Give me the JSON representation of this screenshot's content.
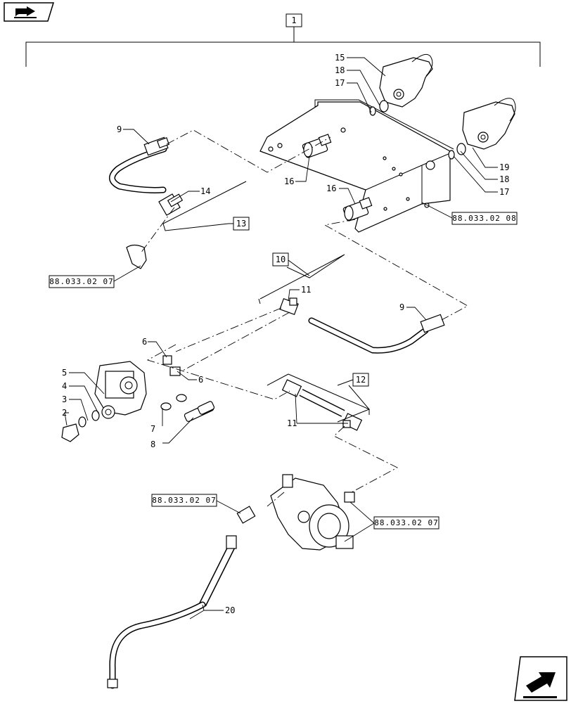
{
  "diagram": {
    "group_label": "1",
    "callouts": [
      {
        "id": "c15",
        "text": "15"
      },
      {
        "id": "c18a",
        "text": "18"
      },
      {
        "id": "c17a",
        "text": "17"
      },
      {
        "id": "c19",
        "text": "19"
      },
      {
        "id": "c18b",
        "text": "18"
      },
      {
        "id": "c17b",
        "text": "17"
      },
      {
        "id": "c16a",
        "text": "16"
      },
      {
        "id": "c16b",
        "text": "16"
      },
      {
        "id": "c9a",
        "text": "9"
      },
      {
        "id": "c14",
        "text": "14"
      },
      {
        "id": "c11a",
        "text": "11"
      },
      {
        "id": "c9b",
        "text": "9"
      },
      {
        "id": "c6a",
        "text": "6"
      },
      {
        "id": "c6b",
        "text": "6"
      },
      {
        "id": "c5",
        "text": "5"
      },
      {
        "id": "c4",
        "text": "4"
      },
      {
        "id": "c3",
        "text": "3"
      },
      {
        "id": "c2",
        "text": "2"
      },
      {
        "id": "c7",
        "text": "7"
      },
      {
        "id": "c8",
        "text": "8"
      },
      {
        "id": "c11b",
        "text": "11"
      },
      {
        "id": "c20",
        "text": "20"
      }
    ],
    "sub_boxes": [
      {
        "id": "b13",
        "text": "13"
      },
      {
        "id": "b10",
        "text": "10"
      },
      {
        "id": "b12",
        "text": "12"
      }
    ],
    "references": [
      {
        "id": "r1",
        "text": "88.033.02 08"
      },
      {
        "id": "r2",
        "text": "88.033.02 07"
      },
      {
        "id": "r3",
        "text": "88.033.02 07"
      },
      {
        "id": "r4",
        "text": "88.033.02 07"
      }
    ]
  },
  "icons": {
    "top_nav": "book-arrow-icon",
    "bottom_nav": "next-arrow-icon"
  }
}
